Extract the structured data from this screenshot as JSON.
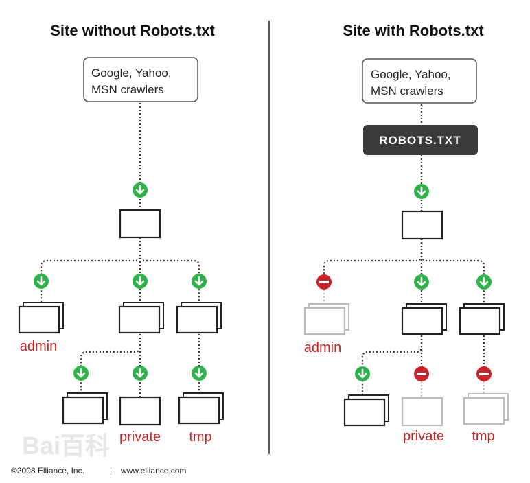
{
  "left_panel": {
    "title": "Site without Robots.txt"
  },
  "right_panel": {
    "title": "Site with Robots.txt"
  },
  "crawlers": {
    "line1": "Google, Yahoo,",
    "line2": "MSN crawlers"
  },
  "robots_file": {
    "label": "ROBOTS.TXT"
  },
  "folders": {
    "admin": "admin",
    "private": "private",
    "tmp": "tmp"
  },
  "footer": {
    "copyright": "©2008 Elliance, Inc.",
    "separator": "|",
    "url": "www.elliance.com"
  },
  "watermark": {
    "text": "Bai百科"
  },
  "colors": {
    "allowed": "#2db34a",
    "blocked": "#d0202a",
    "label_red": "#cc2222",
    "robots_box": "#3a3a3a",
    "dimmed": "#bbbbbb"
  },
  "icons": {
    "allowed": "down-arrow-icon",
    "blocked": "no-entry-icon"
  }
}
